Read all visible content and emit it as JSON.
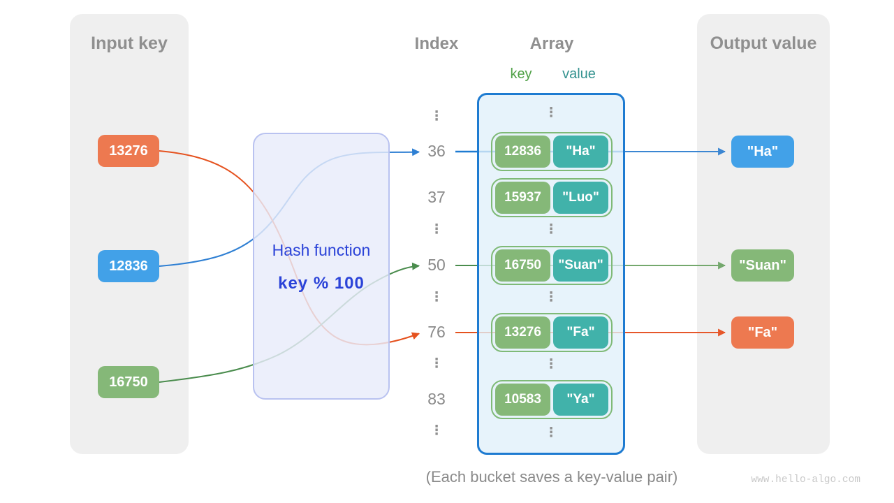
{
  "input_panel": {
    "title": "Input key",
    "keys": [
      {
        "label": "13276",
        "color": "#ed7950"
      },
      {
        "label": "12836",
        "color": "#42a1e8"
      },
      {
        "label": "16750",
        "color": "#85b878"
      }
    ]
  },
  "output_panel": {
    "title": "Output value",
    "values": [
      {
        "label": "\"Ha\"",
        "color": "#42a1e8"
      },
      {
        "label": "\"Suan\"",
        "color": "#85b878"
      },
      {
        "label": "\"Fa\"",
        "color": "#ed7950"
      }
    ]
  },
  "hash_function": {
    "label": "Hash function",
    "formula": "key % 100"
  },
  "headers": {
    "index": "Index",
    "array": "Array",
    "key": "key",
    "value": "value"
  },
  "index_column": {
    "rows": [
      "36",
      "37",
      "50",
      "76",
      "83"
    ]
  },
  "array": {
    "buckets": [
      {
        "index": "36",
        "key": "12836",
        "value": "\"Ha\""
      },
      {
        "index": "37",
        "key": "15937",
        "value": "\"Luo\""
      },
      {
        "index": "50",
        "key": "16750",
        "value": "\"Suan\""
      },
      {
        "index": "76",
        "key": "13276",
        "value": "\"Fa\""
      },
      {
        "index": "83",
        "key": "10583",
        "value": "\"Ya\""
      }
    ]
  },
  "caption": "(Each bucket saves a key-value pair)",
  "watermark": "www.hello-algo.com",
  "glyphs": {
    "ellipsis": "⋮"
  },
  "colors": {
    "panel_bg": "#efefef",
    "title_gray": "#8f8f8f",
    "orange_box": "#ed7950",
    "blue_box": "#42a1e8",
    "green_box": "#85b878",
    "teal_pill": "#41b2aa",
    "orange_line": "#e5521f",
    "blue_line": "#2e7fd3",
    "green_line": "#4a8c4d",
    "green_line_light": "#74a86d",
    "array_border": "#1e7bd1",
    "bucket_border": "#7fba77",
    "hash_text": "#2b43d8",
    "hash_fill": "#e8ecfa",
    "hash_border": "#b9c2f0",
    "key_header_green": "#4fa046",
    "value_header_teal": "#359390",
    "caption_gray": "#8a8a8a"
  }
}
